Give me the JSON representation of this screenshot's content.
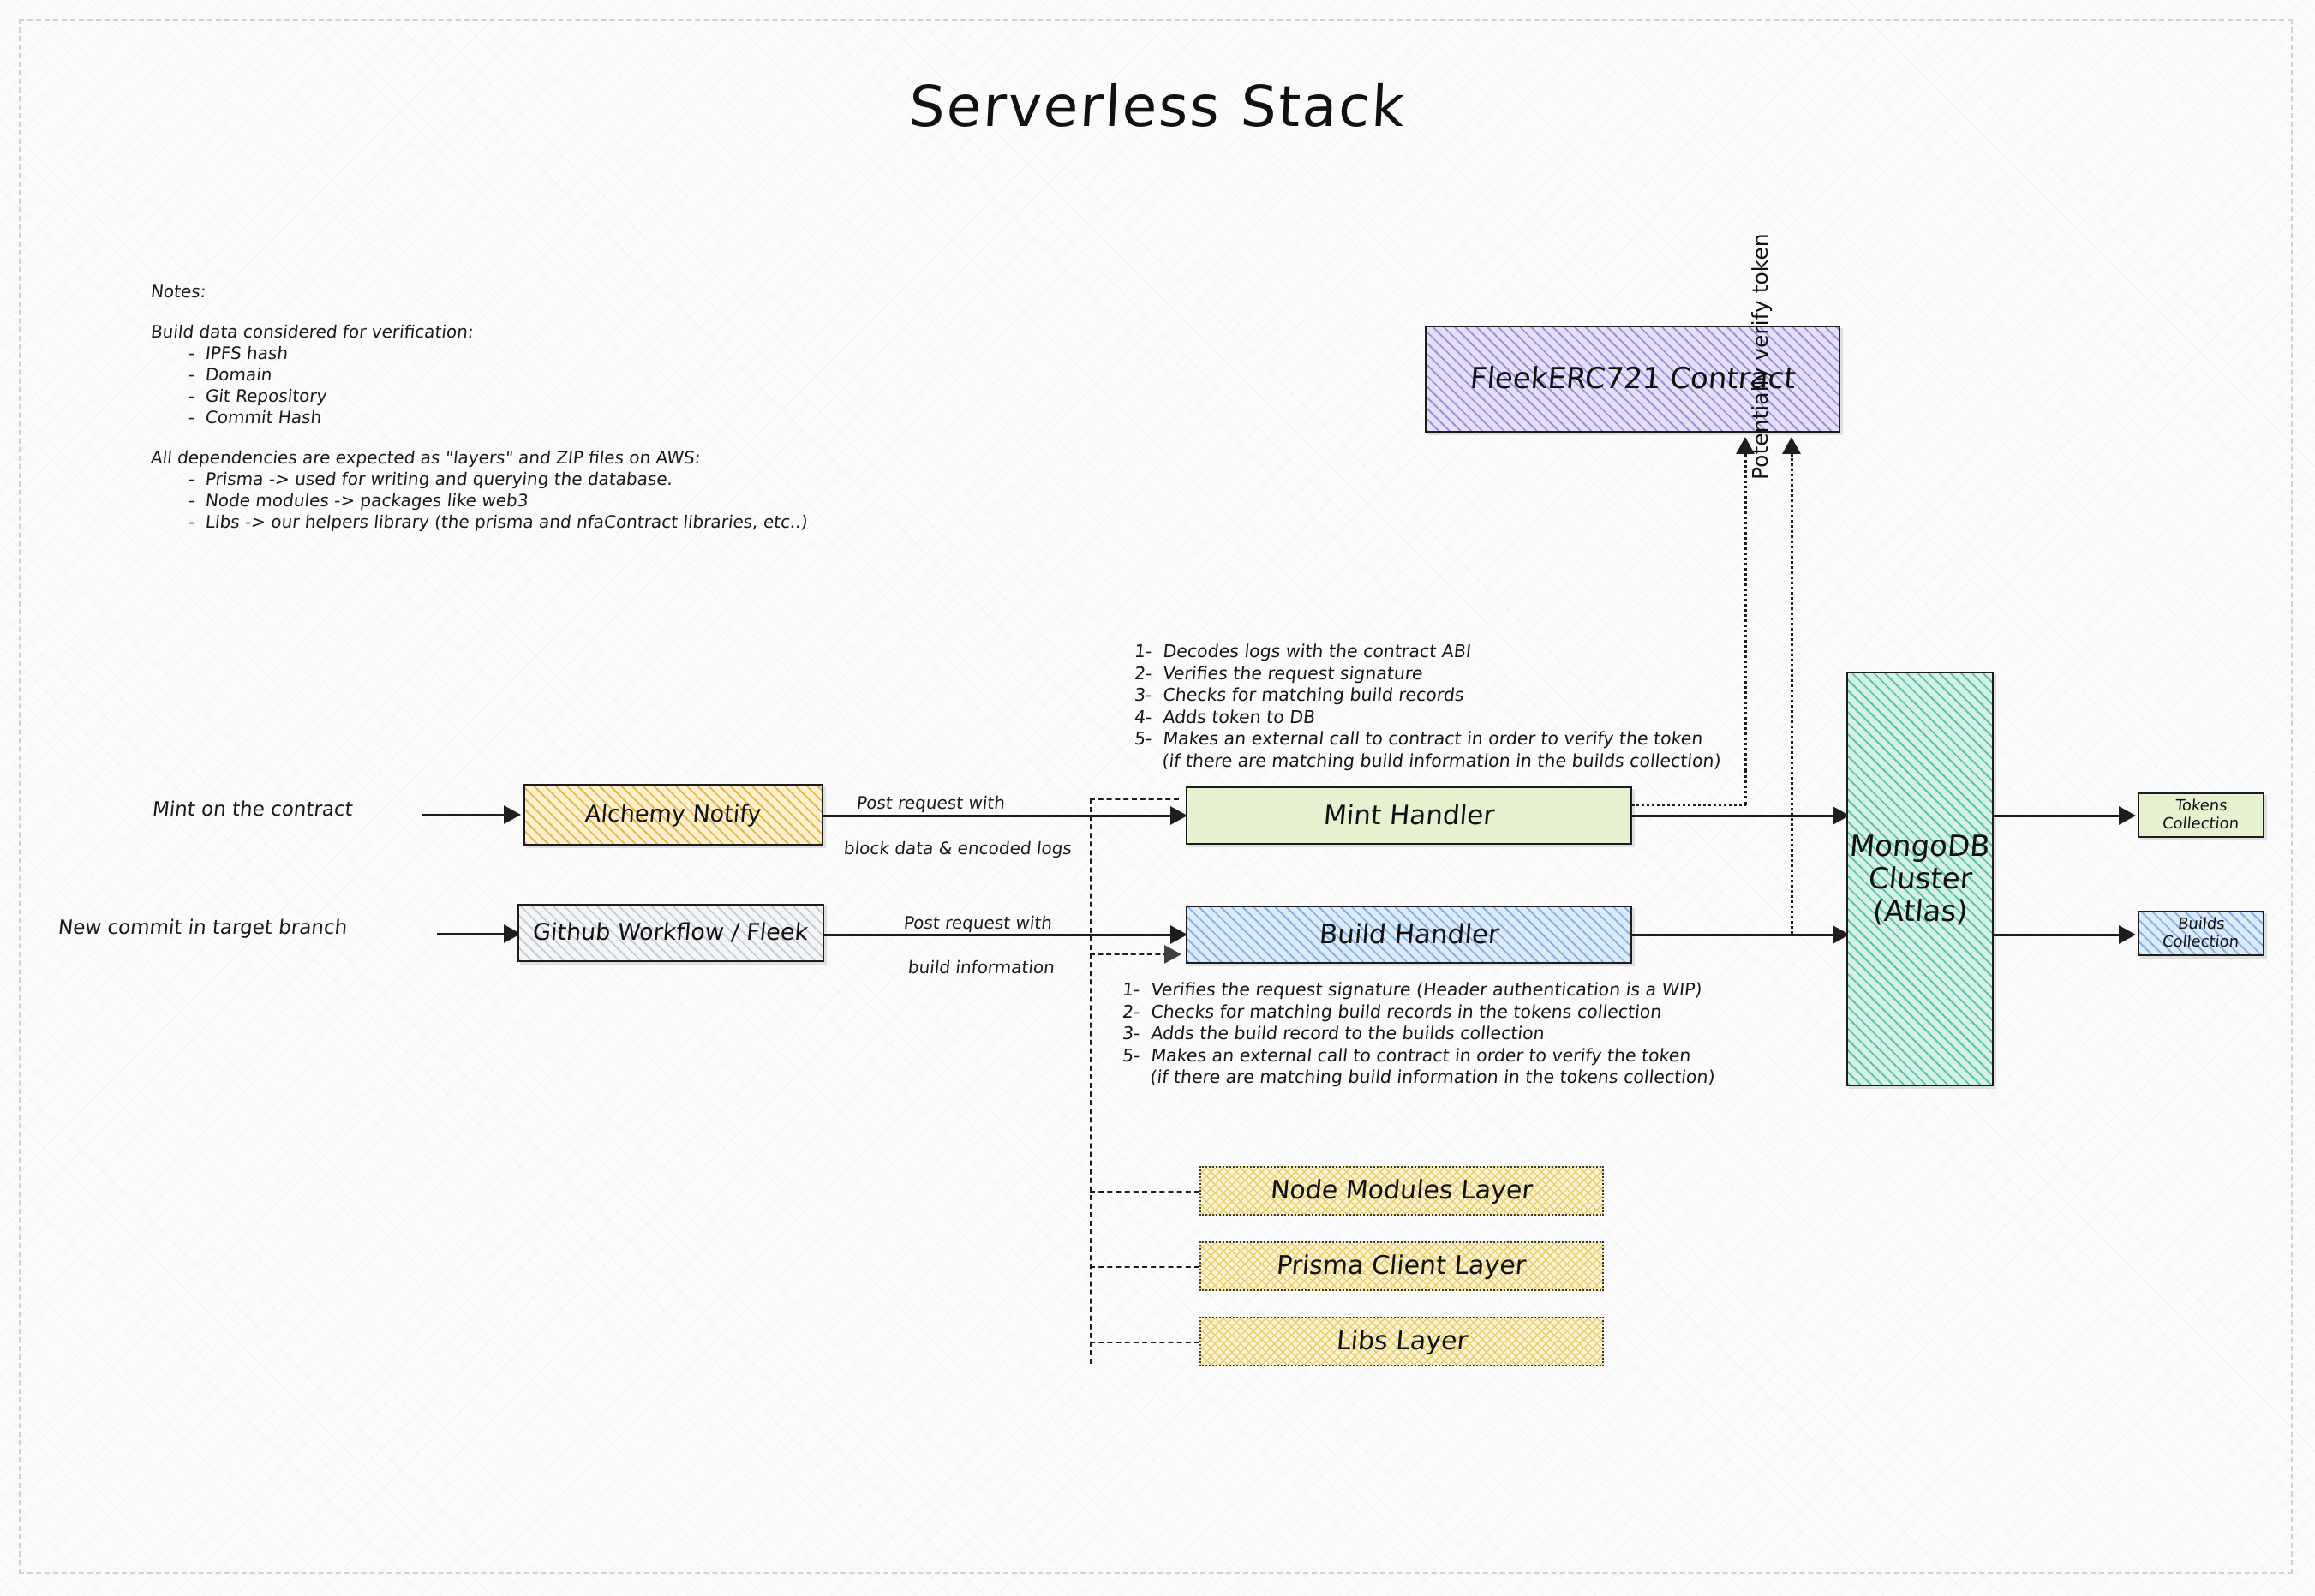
{
  "page": {
    "title": "Serverless Stack"
  },
  "notes": {
    "heading": "Notes:",
    "section1_title": "Build data considered for verification:",
    "section1_items": [
      "-  IPFS hash",
      "-  Domain",
      "-  Git Repository",
      "-  Commit Hash"
    ],
    "section2_title": "All dependencies are expected as \"layers\" and ZIP files on AWS:",
    "section2_items": [
      "-  Prisma -> used for writing and querying the database.",
      "-  Node modules -> packages like web3",
      "-  Libs -> our helpers library (the prisma and nfaContract libraries, etc..)"
    ]
  },
  "nodes": {
    "contract": {
      "label": "FleekERC721 Contract",
      "color": "#e4e0f7"
    },
    "alchemy": {
      "label": "Alchemy Notify",
      "color": "#fdf0cf"
    },
    "github": {
      "label": "Github Workflow / Fleek",
      "color": "#f4f5f7"
    },
    "mint_handler": {
      "label": "Mint Handler",
      "color": "#e6f2cf"
    },
    "build_handler": {
      "label": "Build Handler",
      "color": "#dceaf9"
    },
    "mongo": {
      "label": "MongoDB\nCluster\n(Atlas)",
      "line1": "MongoDB",
      "line2": "Cluster",
      "line3": "(Atlas)",
      "color": "#d5f0e4"
    },
    "tokens_collection": {
      "line1": "Tokens",
      "line2": "Collection",
      "color": "#e6f2cf"
    },
    "builds_collection": {
      "line1": "Builds",
      "line2": "Collection",
      "color": "#dceaf9"
    },
    "node_modules_layer": {
      "label": "Node Modules Layer",
      "color": "#fbf3d2"
    },
    "prisma_layer": {
      "label": "Prisma Client Layer",
      "color": "#fbf3d2"
    },
    "libs_layer": {
      "label": "Libs Layer",
      "color": "#fbf3d2"
    }
  },
  "edges": {
    "mint_trigger": "Mint on the contract",
    "commit_trigger": "New commit in target branch",
    "alchemy_post_top": "Post request with",
    "alchemy_post_bottom": "block data & encoded logs",
    "github_post_top": "Post request with",
    "github_post_bottom": "build information",
    "verify_token": "Potentially verify token"
  },
  "mint_steps": [
    "1-  Decodes logs with the contract ABI",
    "2-  Verifies the request signature",
    "3-  Checks for matching build records",
    "4-  Adds token to DB",
    "5-  Makes an external call to contract in order to verify the token",
    "     (if there are matching build information in the builds collection)"
  ],
  "build_steps": [
    "1-  Verifies the request signature (Header authentication is a WIP)",
    "2-  Checks for matching build records in the tokens collection",
    "3-  Adds the build record to the builds collection",
    "5-  Makes an external call to contract in order to verify the token",
    "     (if there are matching build information in the tokens collection)"
  ]
}
